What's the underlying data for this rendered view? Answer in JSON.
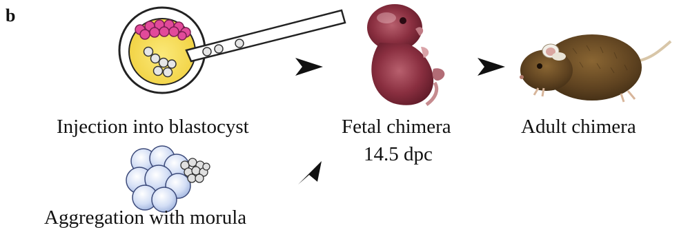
{
  "panel_label": "b",
  "steps": {
    "injection": {
      "label": "Injection into blastocyst"
    },
    "aggregation": {
      "label": "Aggregation with morula"
    },
    "fetal": {
      "label": "Fetal chimera",
      "sublabel": "14.5 dpc"
    },
    "adult": {
      "label": "Adult chimera"
    }
  },
  "colors": {
    "blastocyst_fill": "#f7e26b",
    "inner_cell_mass": "#e24a9a",
    "morula": "#c9d8f2",
    "es_cell": "#c8c8c8",
    "fetus": "#7a2535",
    "mouse": "#6b4a22",
    "arrow": "#111111"
  }
}
